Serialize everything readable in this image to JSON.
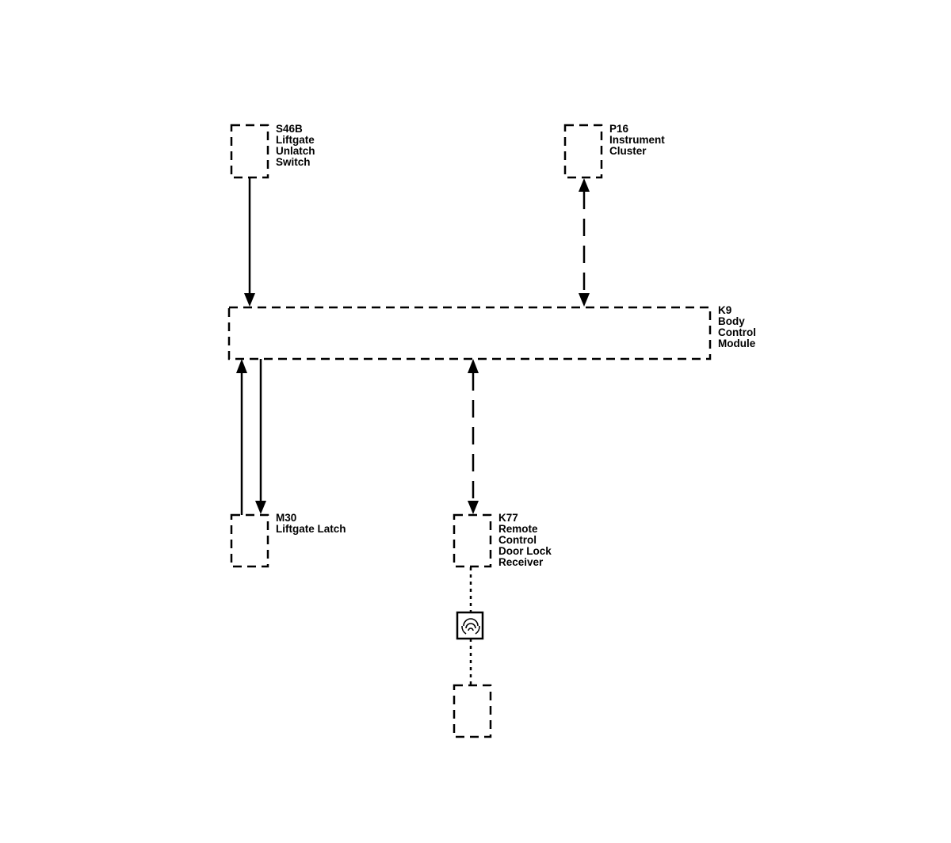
{
  "components": {
    "s46b": {
      "label_lines": [
        "S46B",
        "Liftgate",
        "Unlatch",
        "Switch"
      ]
    },
    "p16": {
      "label_lines": [
        "P16",
        "Instrument",
        "Cluster"
      ]
    },
    "k9": {
      "label_lines": [
        "K9",
        "Body",
        "Control",
        "Module"
      ]
    },
    "m30": {
      "label_lines": [
        "M30",
        "Liftgate Latch"
      ]
    },
    "k77": {
      "label_lines": [
        "K77",
        "Remote",
        "Control",
        "Door Lock",
        "Receiver"
      ]
    },
    "antenna_end": {
      "label_lines": []
    }
  },
  "icons": {
    "antenna": "antenna-icon"
  },
  "colors": {
    "stroke": "#000000",
    "background": "#ffffff"
  }
}
